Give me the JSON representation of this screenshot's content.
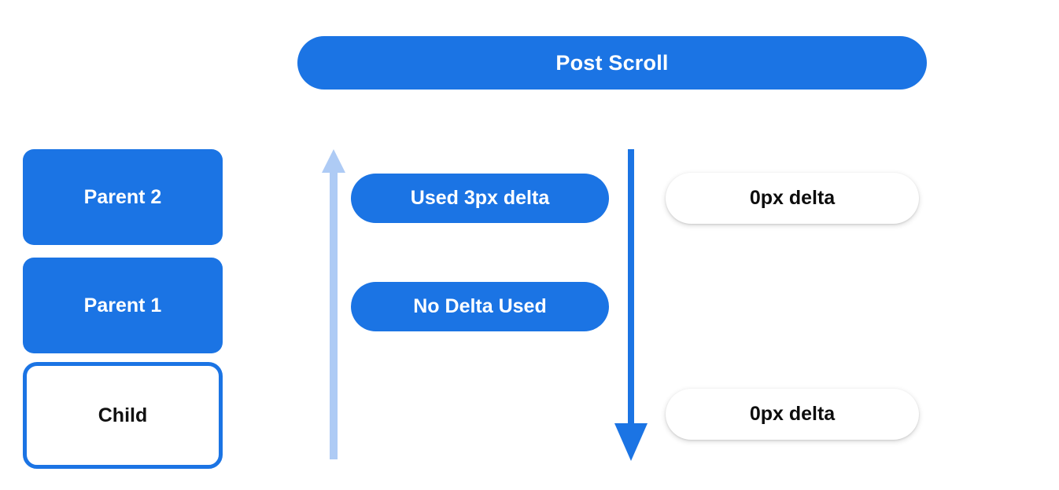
{
  "header": {
    "title": "Post Scroll"
  },
  "colors": {
    "brand_blue": "#1b74e4",
    "arrow_light_blue": "#aecbf5",
    "arrow_blue": "#1b74e4",
    "white": "#ffffff",
    "text_dark": "#0d0d0d",
    "background": "#ffffff"
  },
  "node_stack": {
    "items": [
      {
        "label": "Parent 2",
        "style": "filled"
      },
      {
        "label": "Parent 1",
        "style": "filled"
      },
      {
        "label": "Child",
        "style": "outlined"
      }
    ]
  },
  "arrows": [
    {
      "name": "scroll-consumption-arrow",
      "direction": "up",
      "color": "#aecbf5"
    },
    {
      "name": "scroll-propagation-arrow",
      "direction": "down",
      "color": "#1b74e4"
    }
  ],
  "annotations": {
    "consumed": [
      {
        "label": "Used 3px delta"
      },
      {
        "label": "No Delta Used"
      }
    ],
    "remaining": [
      {
        "label": "0px delta"
      },
      {
        "label": "0px delta"
      }
    ]
  }
}
